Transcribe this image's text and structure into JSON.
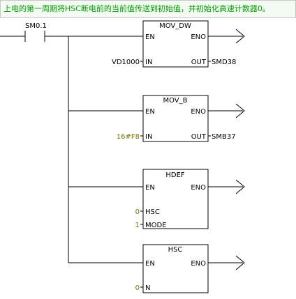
{
  "comment": "上电的第一周期将HSC断电前的当前值传送到初始值，并初始化高速计数器0。",
  "contact": {
    "label": "SM0.1"
  },
  "blocks": [
    {
      "title": "MOV_DW",
      "en": "EN",
      "eno": "ENO",
      "inputs": [
        {
          "pin": "IN",
          "operand": "VD1000"
        }
      ],
      "outputs": [
        {
          "pin": "OUT",
          "operand": "SMD38"
        }
      ]
    },
    {
      "title": "MOV_B",
      "en": "EN",
      "eno": "ENO",
      "inputs": [
        {
          "pin": "IN",
          "operand": "16#F8"
        }
      ],
      "outputs": [
        {
          "pin": "OUT",
          "operand": "SMB37"
        }
      ]
    },
    {
      "title": "HDEF",
      "en": "EN",
      "eno": "ENO",
      "inputs": [
        {
          "pin": "HSC",
          "operand": "0"
        },
        {
          "pin": "MODE",
          "operand": "1"
        }
      ],
      "outputs": []
    },
    {
      "title": "HSC",
      "en": "EN",
      "eno": "ENO",
      "inputs": [
        {
          "pin": "N",
          "operand": "0"
        }
      ],
      "outputs": []
    }
  ],
  "colors": {
    "comment_text": "#00a000",
    "comment_bg": "#f3fbf2",
    "constant_operand": "#7a7a00",
    "wire": "#000000"
  }
}
